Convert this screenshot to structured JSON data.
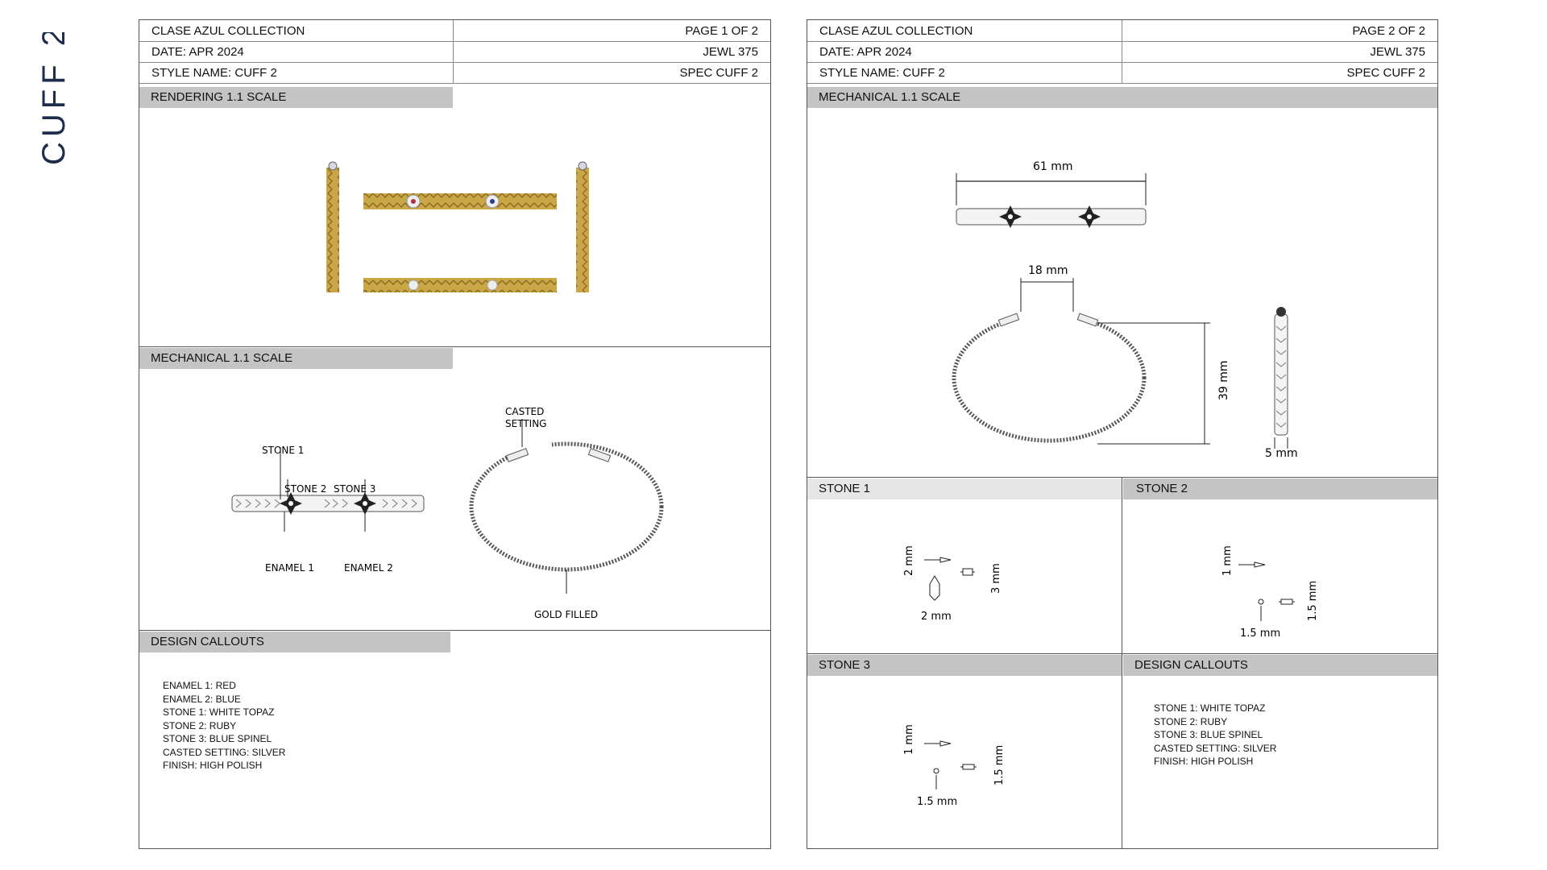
{
  "side_title": "CUFF 2",
  "page1": {
    "collection": "CLASE AZUL COLLECTION",
    "page": "PAGE 1 OF 2",
    "date": "DATE: APR 2024",
    "code": "JEWL 375",
    "style": "STYLE NAME: CUFF 2",
    "spec": "SPEC CUFF 2",
    "rendering_label": "RENDERING 1.1 SCALE",
    "mechanical_label": "MECHANICAL 1.1 SCALE",
    "callouts_label": "DESIGN CALLOUTS",
    "annotations": {
      "stone1": "STONE 1",
      "stone2": "STONE 2",
      "stone3": "STONE 3",
      "enamel1": "ENAMEL 1",
      "enamel2": "ENAMEL 2",
      "casted_line1": "CASTED",
      "casted_line2": "SETTING",
      "gold_filled": "GOLD FILLED"
    },
    "callouts": [
      "ENAMEL 1: RED",
      "ENAMEL 2: BLUE",
      "STONE 1: WHITE TOPAZ",
      "STONE 2: RUBY",
      "STONE 3: BLUE SPINEL",
      "CASTED SETTING: SILVER",
      "FINISH: HIGH POLISH"
    ]
  },
  "page2": {
    "collection": "CLASE AZUL COLLECTION",
    "page": "PAGE 2 OF 2",
    "date": "DATE: APR 2024",
    "code": "JEWL 375",
    "style": "STYLE NAME: CUFF 2",
    "spec": "SPEC CUFF 2",
    "mechanical_label": "MECHANICAL 1.1 SCALE",
    "dims": {
      "width": "61 mm",
      "opening": "18 mm",
      "height": "39 mm",
      "thickness": "5 mm"
    },
    "stone1": {
      "label": "STONE 1",
      "a": "2 mm",
      "b": "3 mm",
      "c": "2 mm"
    },
    "stone2": {
      "label": "STONE 2",
      "a": "1 mm",
      "b": "1.5 mm",
      "c": "1.5 mm"
    },
    "stone3": {
      "label": "STONE 3",
      "a": "1 mm",
      "b": "1.5 mm",
      "c": "1.5 mm"
    },
    "callouts_label": "DESIGN CALLOUTS",
    "callouts": [
      "STONE 1: WHITE TOPAZ",
      "STONE 2: RUBY",
      "STONE 3: BLUE SPINEL",
      "CASTED SETTING: SILVER",
      "FINISH: HIGH POLISH"
    ]
  },
  "colors": {
    "gold": "#c9a646",
    "label_bg": "#c4c4c4",
    "title_navy": "#1f2d4d"
  }
}
